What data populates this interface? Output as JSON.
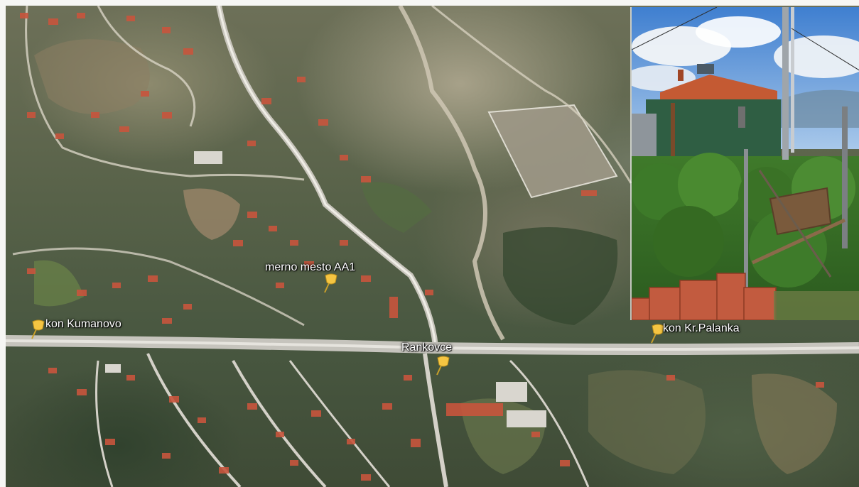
{
  "map": {
    "labels": {
      "measurement_point": "merno mesto AA1",
      "to_kumanovo": "kon Kumanovo",
      "town": "Rankovce",
      "to_kriva_palanka": "kon Kr.Palanka"
    },
    "marker_color": "#f5c542",
    "marker_icon": "pushpin-icon",
    "label_color": "#ffffff"
  },
  "inset_photo": {
    "description_icon": "site-photo"
  }
}
